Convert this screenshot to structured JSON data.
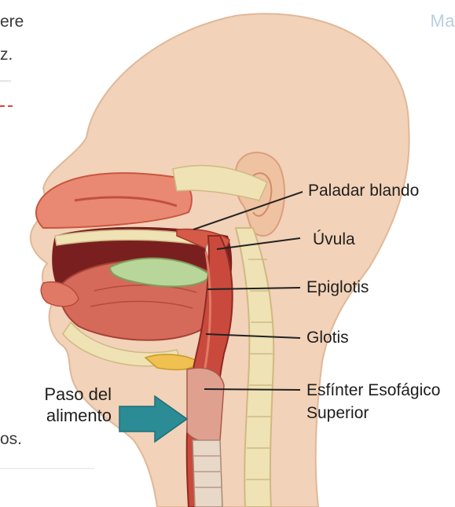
{
  "watermark": "Ma",
  "edge_text": {
    "line1": "ere",
    "line2": "z.",
    "line3": "os."
  },
  "labels": {
    "paladar_blando": "Paladar blando",
    "uvula": "Úvula",
    "epiglotis": "Epiglotis",
    "glotis": "Glotis",
    "esfinter_line1": "Esfínter Esofágico",
    "esfinter_line2": "Superior",
    "paso_line1": "Paso del",
    "paso_line2": "alimento"
  },
  "colors": {
    "skin": "#f2d2b8",
    "muscle": "#c94a3c",
    "tongue": "#d66a5a",
    "epiglottis": "#b8d69a",
    "arrow": "#2b8c96",
    "bone": "#efe2b5"
  }
}
